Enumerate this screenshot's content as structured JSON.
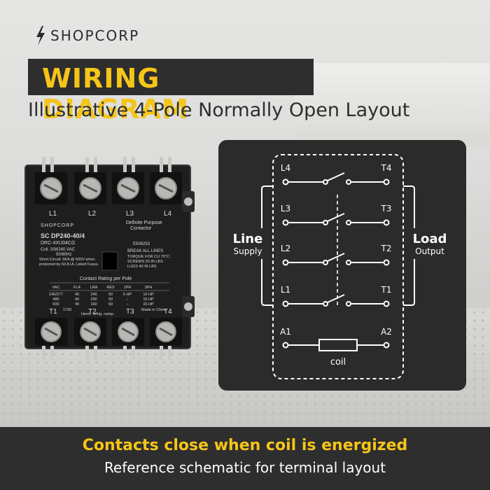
{
  "brand": {
    "name": "SHOPCORP"
  },
  "header": {
    "title": "WIRING DIAGRAM",
    "subtitle": "Illustrative 4-Pole Normally Open Layout"
  },
  "product": {
    "brand_label": "SHOPCORP",
    "type_label_line1": "Definite Purpose",
    "type_label_line2": "Contactor",
    "model": "SC DP240-40/4",
    "part_number": "DRC-4XU04CG",
    "coil_line1": "Coil: 208/240 VAC",
    "coil_line2": "50/60Hz",
    "short_circuit": "Short Circuit: 5KA @ 600V when protected by 60 A UL Listed Fuses.",
    "cert_id": "E508253",
    "break_lines": "BREAK ALL LINES",
    "torque_line1": "TORQUE FOR CU 75°C:",
    "torque_line2": "SCREWS 20 IN LBS",
    "torque_line3": "LUGS 40 IN LBS",
    "rating_title": "Contact Rating per Pole",
    "rating_headers": [
      "VAC",
      "FLA",
      "LRA",
      "RES",
      "1PH",
      "3PH"
    ],
    "rating_rows": [
      [
        "240/277",
        "40",
        "240",
        "50",
        "5 HP",
        "10 HP"
      ],
      [
        "480",
        "40",
        "200",
        "50",
        "–",
        "15 HP"
      ],
      [
        "600",
        "40",
        "160",
        "50",
        "–",
        "15 HP"
      ]
    ],
    "code": "1726",
    "herm": "Herm. refrig. comp.",
    "made_in": "Made in China",
    "top_terminals": [
      "L1",
      "L2",
      "L3",
      "L4"
    ],
    "bottom_terminals": [
      "T1",
      "T2",
      "T3",
      "T4"
    ]
  },
  "diagram": {
    "line_label": "Line",
    "line_sub": "Supply",
    "load_label": "Load",
    "load_sub": "Output",
    "poles": [
      {
        "left": "L4",
        "right": "T4"
      },
      {
        "left": "L3",
        "right": "T3"
      },
      {
        "left": "L2",
        "right": "T2"
      },
      {
        "left": "L1",
        "right": "T1"
      }
    ],
    "coil_left": "A1",
    "coil_right": "A2",
    "coil_label": "coil"
  },
  "footer": {
    "headline": "Contacts close when coil is energized",
    "sub": "Reference schematic for terminal layout"
  },
  "colors": {
    "accent": "#f5c518",
    "dark": "#2e2e2e",
    "card": "#2b2b2b",
    "line": "#ffffff"
  }
}
